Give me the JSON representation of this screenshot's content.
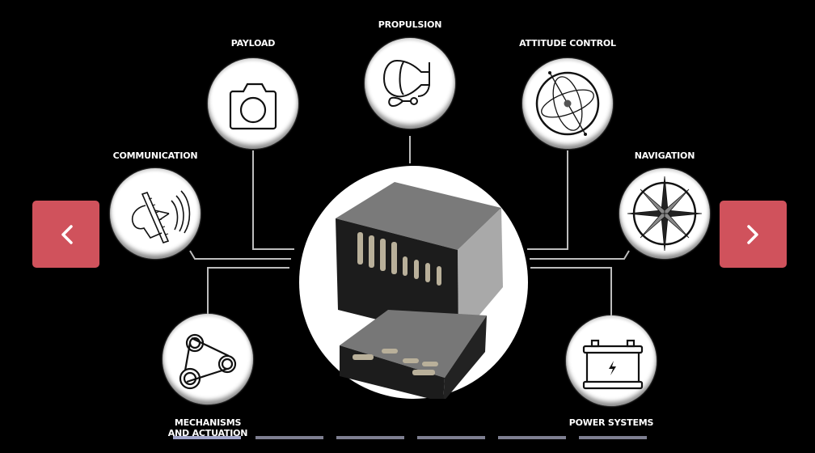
{
  "diagram": {
    "center": {
      "name": "avionics-unit",
      "description_label": ""
    },
    "nodes": [
      {
        "id": "payload",
        "label": "PAYLOAD",
        "icon": "camera-icon"
      },
      {
        "id": "propulsion",
        "label": "PROPULSION",
        "icon": "propulsion-thruster-icon"
      },
      {
        "id": "attitude",
        "label": "ATTITUDE CONTROL",
        "icon": "gyroscope-icon"
      },
      {
        "id": "communication",
        "label": "COMMUNICATION",
        "icon": "satellite-dish-icon"
      },
      {
        "id": "navigation",
        "label": "NAVIGATION",
        "icon": "compass-rose-icon"
      },
      {
        "id": "mechanisms",
        "label_line1": "MECHANISMS",
        "label_line2": "AND ACTUATION",
        "icon": "pulley-belt-icon"
      },
      {
        "id": "power",
        "label": "POWER SYSTEMS",
        "icon": "battery-icon"
      }
    ]
  },
  "carousel": {
    "prev_icon": "chevron-left-icon",
    "next_icon": "chevron-right-icon",
    "button_color": "#d0525c",
    "page_count": 6,
    "active_page": 1
  }
}
